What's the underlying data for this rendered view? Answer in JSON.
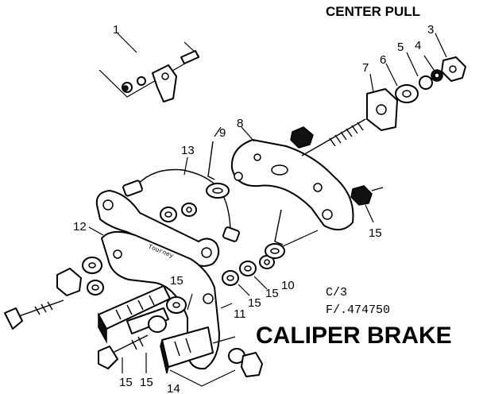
{
  "header": {
    "subtitle": "CENTER PULL"
  },
  "title": "CALIPER BRAKE",
  "code_lines": [
    "C/3",
    "F/.474750"
  ],
  "brand_engraving": "Tourney",
  "callouts": [
    {
      "id": "c1",
      "label": "1"
    },
    {
      "id": "c3",
      "label": "3"
    },
    {
      "id": "c4",
      "label": "4"
    },
    {
      "id": "c5",
      "label": "5"
    },
    {
      "id": "c6",
      "label": "6"
    },
    {
      "id": "c7",
      "label": "7"
    },
    {
      "id": "c8",
      "label": "8"
    },
    {
      "id": "c9",
      "label": "9"
    },
    {
      "id": "c10",
      "label": "10"
    },
    {
      "id": "c11",
      "label": "11"
    },
    {
      "id": "c12",
      "label": "12"
    },
    {
      "id": "c13",
      "label": "13"
    },
    {
      "id": "c14",
      "label": "14"
    },
    {
      "id": "c15a",
      "label": "15"
    },
    {
      "id": "c15b",
      "label": "15"
    },
    {
      "id": "c15c",
      "label": "15"
    },
    {
      "id": "c15d",
      "label": "15"
    },
    {
      "id": "c15e",
      "label": "15"
    },
    {
      "id": "c15f",
      "label": "15"
    }
  ]
}
